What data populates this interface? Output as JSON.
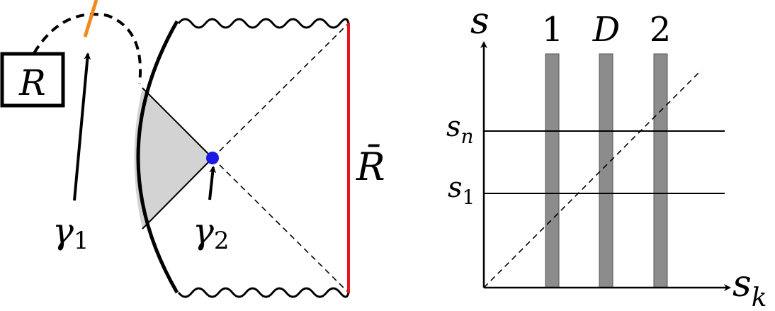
{
  "left_figure": {
    "box_label": "R",
    "right_boundary_label": "R̄",
    "gamma1": {
      "base": "γ",
      "sub": "1"
    },
    "gamma2": {
      "base": "γ",
      "sub": "2"
    },
    "colors": {
      "boundary": "#e8141c",
      "cut_mark": "#f08a1e",
      "point": "#1a1ae6",
      "shaded_region": "#d3d3d3",
      "ink": "#000000"
    }
  },
  "right_figure": {
    "y_axis_label": "s",
    "x_axis_label": {
      "base": "s",
      "sub": "k"
    },
    "column_labels": [
      "1",
      "D",
      "2"
    ],
    "row_labels": [
      {
        "base": "s",
        "sub": "n"
      },
      {
        "base": "s",
        "sub": "1"
      }
    ],
    "colors": {
      "column_fill": "#8c8c8c",
      "ink": "#000000"
    }
  }
}
